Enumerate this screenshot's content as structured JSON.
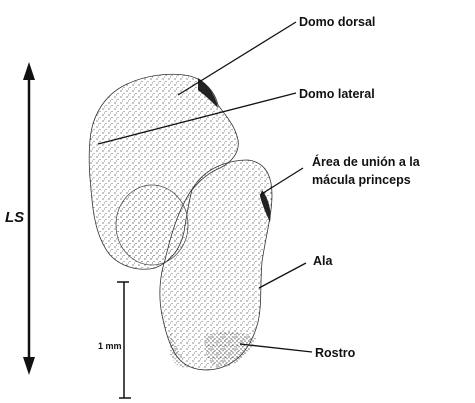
{
  "labels": {
    "domo_dorsal": "Domo dorsal",
    "domo_lateral": "Domo lateral",
    "area_union_line1": "Área de unión a la",
    "area_union_line2": "mácula princeps",
    "ala": "Ala",
    "rostro": "Rostro",
    "ls": "LS",
    "scale": "1 mm"
  },
  "colors": {
    "ink": "#111111",
    "stipple": "#3a3a3a",
    "background": "#ffffff"
  }
}
